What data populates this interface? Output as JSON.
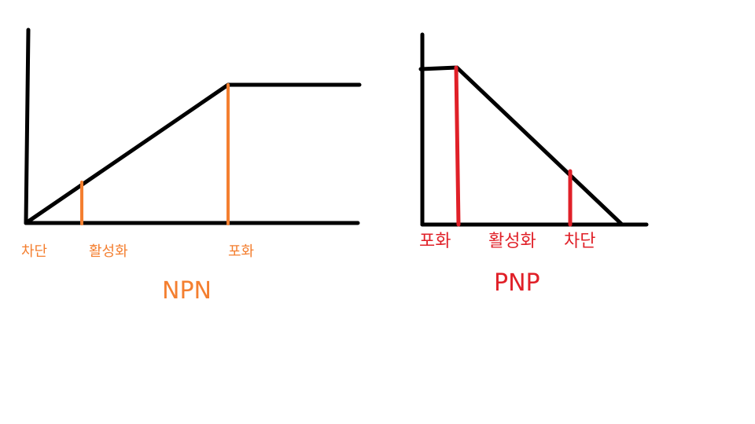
{
  "colors": {
    "background": "#ffffff",
    "line": "#000000",
    "npn_accent": "#f47f30",
    "pnp_accent": "#e02028"
  },
  "npn": {
    "title": "NPN",
    "labels": {
      "cutoff": "차단",
      "active": "활성화",
      "saturation": "포화"
    }
  },
  "pnp": {
    "title": "PNP",
    "labels": {
      "saturation": "포화",
      "active": "활성화",
      "cutoff": "차단"
    }
  }
}
